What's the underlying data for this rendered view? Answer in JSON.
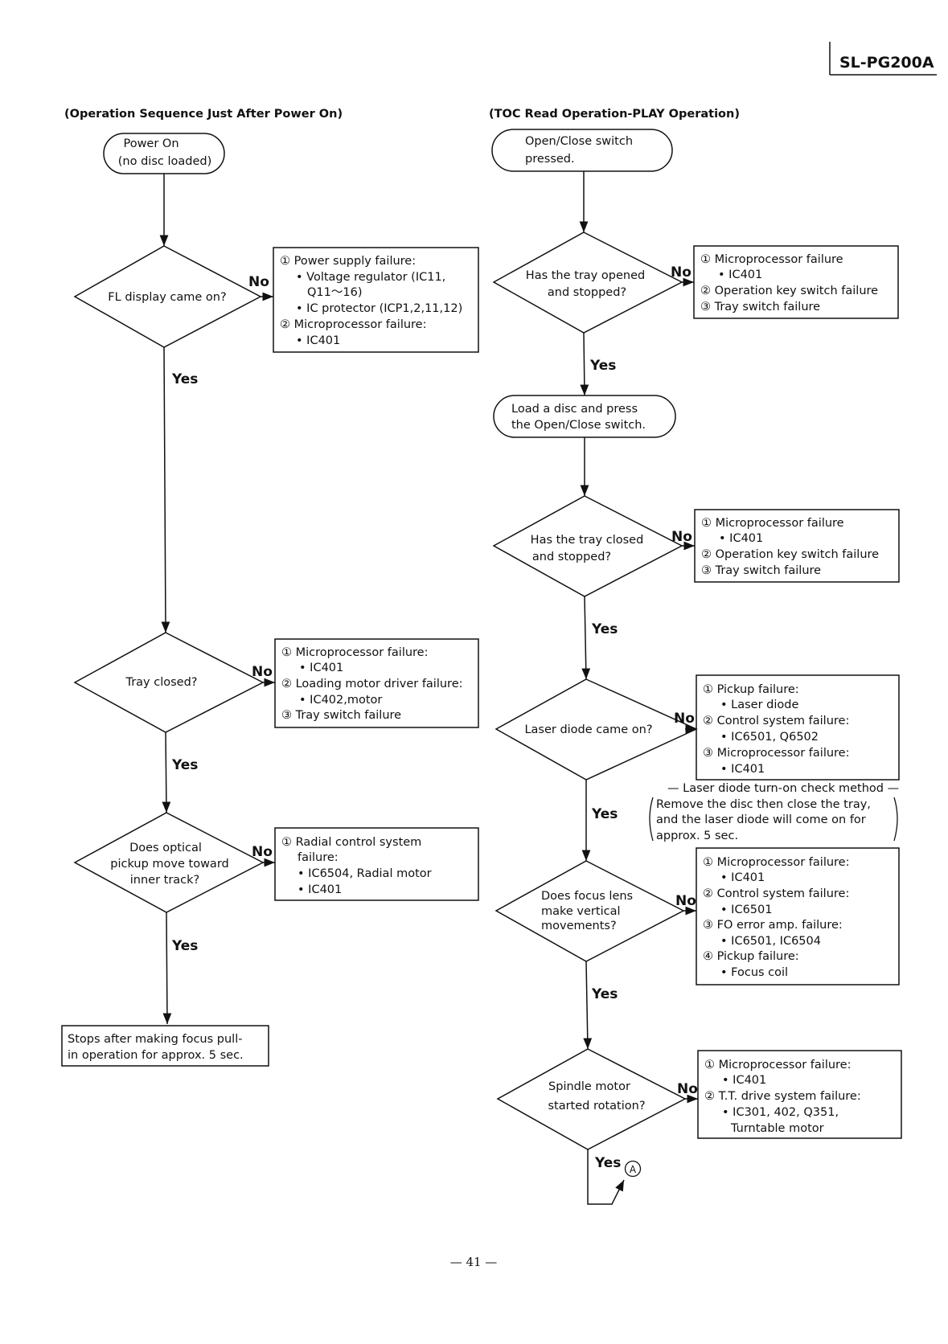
{
  "model": "SL-PG200A",
  "page_number": "— 41 —",
  "left": {
    "heading": "(Operation Sequence Just After Power On)",
    "start": [
      "Power On",
      "(no disc loaded)"
    ],
    "q_fl": "FL display came on?",
    "q_tray": "Tray closed?",
    "q_pickup": [
      "Does optical",
      "pickup move toward",
      "inner track?"
    ],
    "end_box": [
      "Stops after making focus pull-",
      "in operation for approx. 5 sec."
    ],
    "fail_fl": [
      "① Power supply failure:",
      "• Voltage regulator (IC11,",
      "Q11～16)",
      "• IC protector (ICP1,2,11,12)",
      "② Microprocessor failure:",
      "• IC401"
    ],
    "fail_tray": [
      "① Microprocessor failure:",
      "• IC401",
      "② Loading motor driver failure:",
      "• IC402,motor",
      "③ Tray switch failure"
    ],
    "fail_pickup": [
      "① Radial control system",
      "failure:",
      "• IC6504, Radial motor",
      "• IC401"
    ]
  },
  "right": {
    "heading": "(TOC Read Operation-PLAY Operation)",
    "start": [
      "Open/Close switch",
      "pressed."
    ],
    "q_open": [
      "Has the tray opened",
      "and stopped?"
    ],
    "load_box": [
      "Load a disc and press",
      "the Open/Close switch."
    ],
    "q_closed": [
      "Has the tray closed",
      "and stopped?"
    ],
    "q_laser": "Laser diode came on?",
    "q_focus": [
      "Does focus lens",
      "make vertical",
      "movements?"
    ],
    "q_spindle": [
      "Spindle motor",
      "started rotation?"
    ],
    "fail_open": [
      "① Microprocessor failure",
      "• IC401",
      "② Operation key switch failure",
      "③ Tray switch failure"
    ],
    "fail_closed": [
      "① Microprocessor failure",
      "• IC401",
      "② Operation key switch failure",
      "③ Tray switch failure"
    ],
    "fail_laser": [
      "① Pickup failure:",
      "• Laser diode",
      "② Control system failure:",
      "• IC6501, Q6502",
      "③ Microprocessor failure:",
      "• IC401"
    ],
    "laser_note": [
      "— Laser diode turn-on check method —",
      "Remove the disc then close the tray,",
      "and the laser diode will come on for",
      "approx. 5 sec."
    ],
    "fail_focus": [
      "① Microprocessor failure:",
      "• IC401",
      "② Control system failure:",
      "• IC6501",
      "③ FO error amp. failure:",
      "• IC6501, IC6504",
      "④ Pickup failure:",
      "• Focus coil"
    ],
    "fail_spindle": [
      "① Microprocessor failure:",
      "• IC401",
      "② T.T. drive system failure:",
      "• IC301, 402, Q351,",
      "Turntable motor"
    ],
    "connector": "A"
  },
  "yes_label": "Yes",
  "no_label": "No"
}
